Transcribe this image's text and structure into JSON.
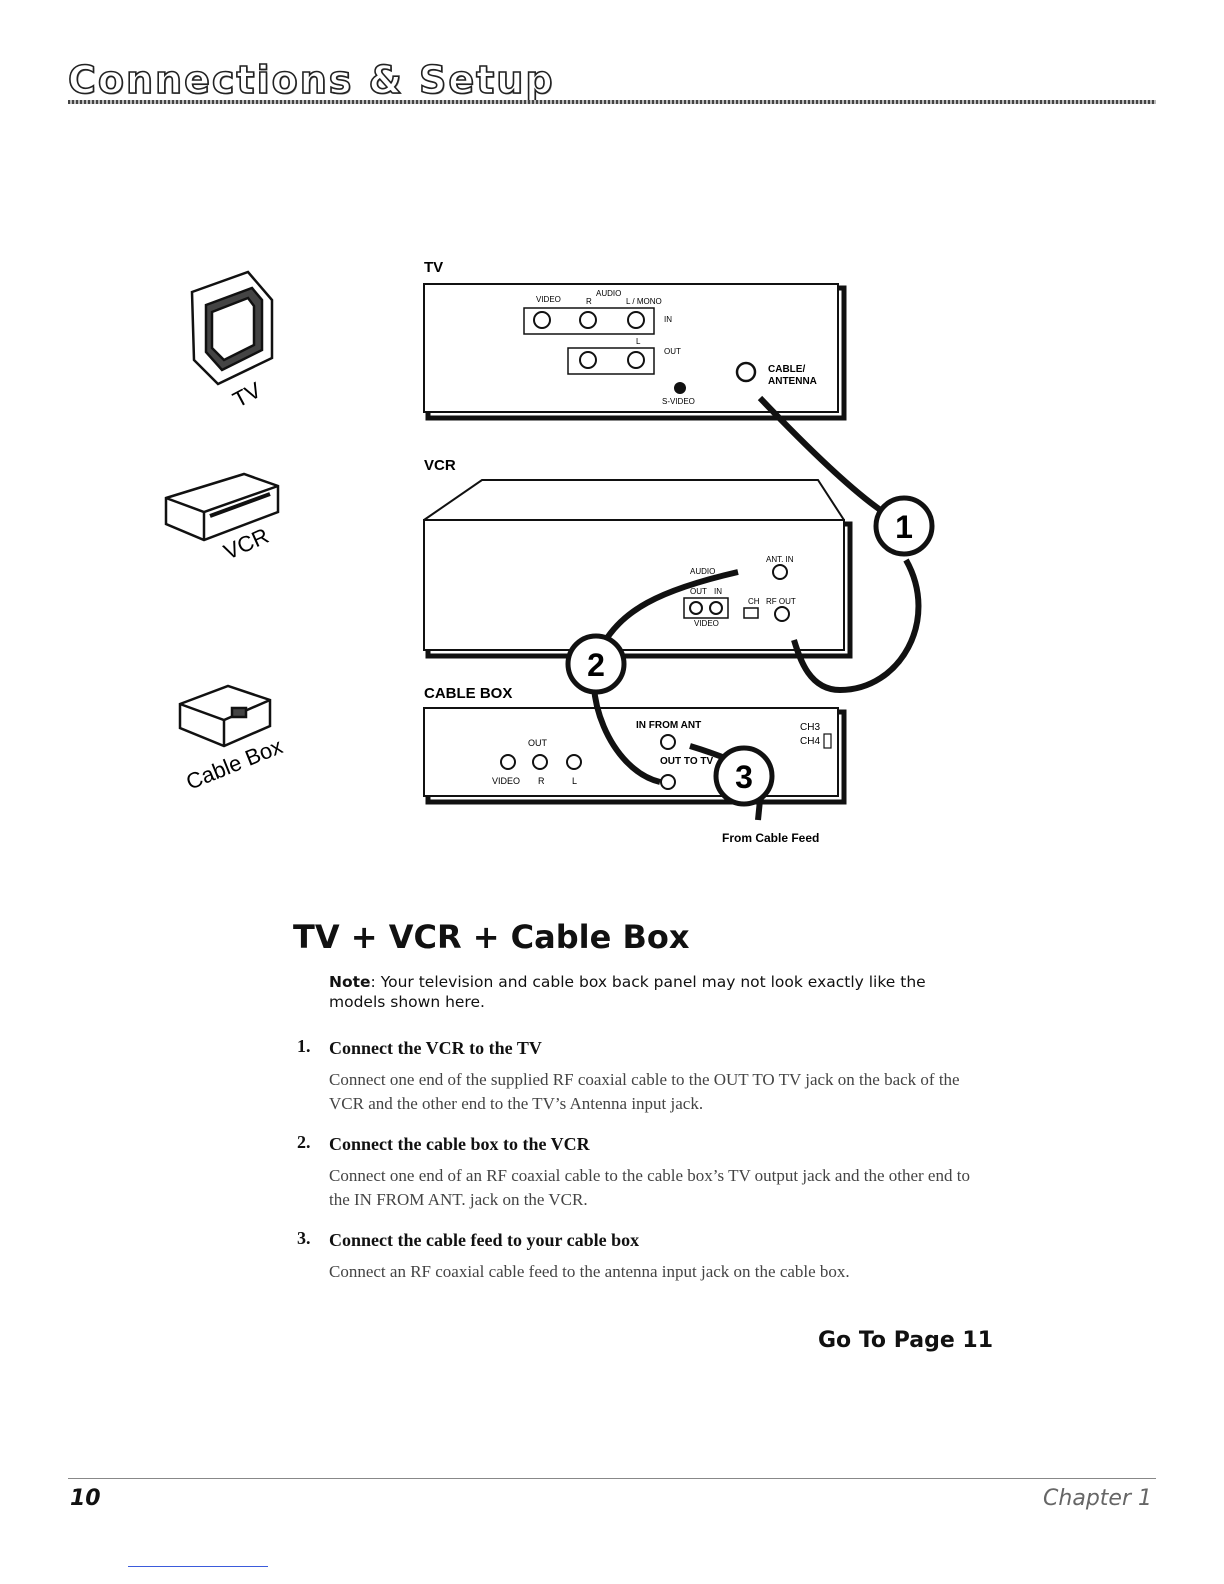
{
  "header": {
    "title": "Connections & Setup"
  },
  "icons": {
    "tv_label": "TV",
    "vcr_label": "VCR",
    "cable_label": "Cable Box"
  },
  "diagram": {
    "tv": {
      "label": "TV",
      "video": "VIDEO",
      "audio": "AUDIO",
      "r": "R",
      "l_mono": "L / MONO",
      "in": "IN",
      "l": "L",
      "out": "OUT",
      "s_video": "S-VIDEO",
      "cable_antenna_1": "CABLE/",
      "cable_antenna_2": "ANTENNA"
    },
    "vcr": {
      "label": "VCR",
      "audio": "AUDIO",
      "ant_in": "ANT. IN",
      "out": "OUT",
      "in": "IN",
      "video": "VIDEO",
      "ch": "CH",
      "rf_out": "RF OUT"
    },
    "cable_box": {
      "label": "CABLE BOX",
      "in_from_ant": "IN FROM ANT",
      "out": "OUT",
      "out_to_tv": "OUT TO TV",
      "video": "VIDEO",
      "r": "R",
      "l": "L",
      "ch3": "CH3",
      "ch4": "CH4"
    },
    "callouts": [
      "1",
      "2",
      "3"
    ],
    "feed": "From Cable Feed"
  },
  "section": {
    "title": "TV + VCR + Cable Box"
  },
  "note": {
    "label": "Note",
    "text": ": Your television and cable box back panel may not look exactly like the models shown here."
  },
  "steps": [
    {
      "num": "1.",
      "title": "Connect the VCR to the TV",
      "body": "Connect one end of the supplied RF coaxial cable to the OUT TO TV jack on the back of the VCR and the other end to the TV’s Antenna input jack."
    },
    {
      "num": "2.",
      "title": "Connect the cable box to the VCR",
      "body": "Connect one end of an RF coaxial cable to the cable box’s TV output jack and the other end to the IN FROM ANT. jack on the VCR."
    },
    {
      "num": "3.",
      "title": "Connect the cable feed to your cable box",
      "body": "Connect an RF coaxial cable feed to the antenna input jack on the cable box."
    }
  ],
  "goto": "Go To Page 11",
  "footer": {
    "page": "10",
    "chapter": "Chapter 1"
  }
}
